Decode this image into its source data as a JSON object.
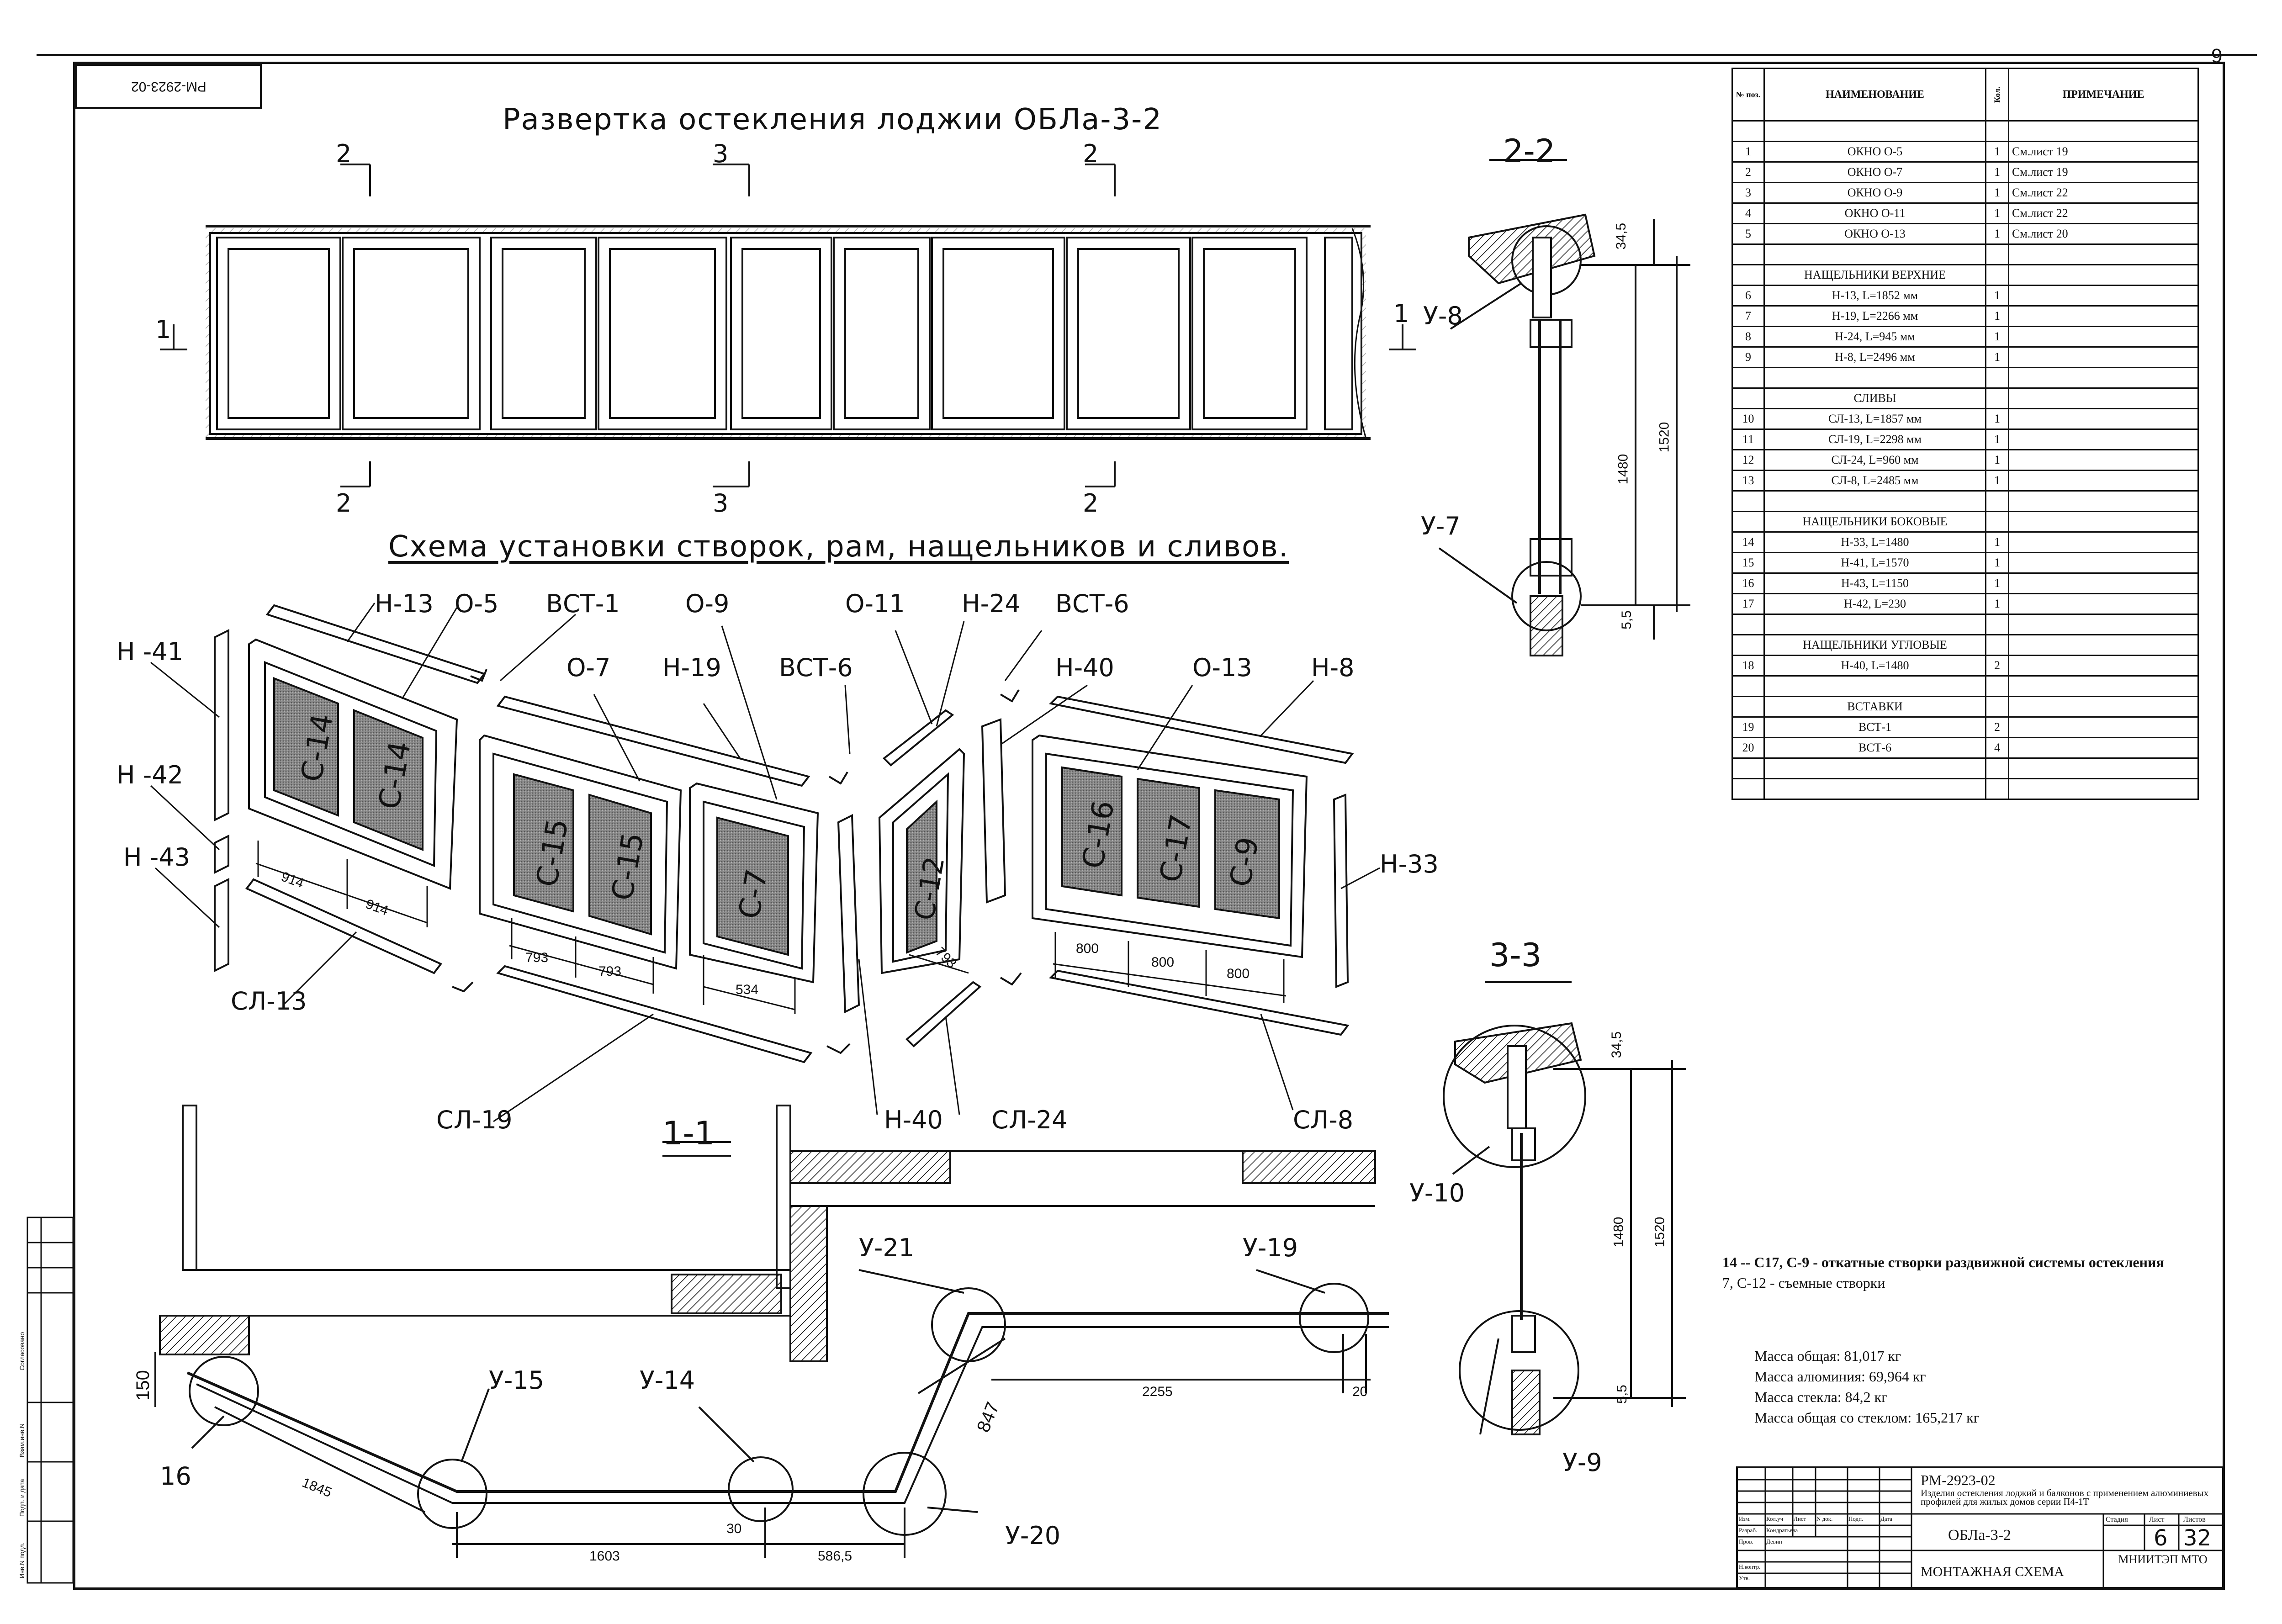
{
  "page_number": "9",
  "stamp_code": "РМ-2923-02",
  "titles": {
    "main": "Развертка остекления лоджии ОБЛа-3-2",
    "scheme": "Схема установки створок, рам, нащельников и сливов."
  },
  "section_marks": {
    "s2": "2",
    "s3": "3",
    "s1": "1",
    "view_22": "2-2",
    "view_33": "3-3",
    "view_11": "1-1"
  },
  "scheme_labels": {
    "h41": "Н -41",
    "h42": "Н -42",
    "h43": "Н -43",
    "h13": "Н-13",
    "o5": "О-5",
    "vst1": "ВСТ-1",
    "o7": "О-7",
    "h19": "Н-19",
    "o9": "О-9",
    "vst6a": "ВСТ-6",
    "o11": "О-11",
    "h24": "Н-24",
    "vst6b": "ВСТ-6",
    "h40a": "Н-40",
    "o13": "О-13",
    "h8": "Н-8",
    "h33": "Н-33",
    "sl13": "СЛ-13",
    "sl19": "СЛ-19",
    "h40b": "Н-40",
    "sl24": "СЛ-24",
    "sl8": "СЛ-8"
  },
  "sash_labels": {
    "c14a": "С-14",
    "c14b": "С-14",
    "c15a": "С-15",
    "c15b": "С-15",
    "c7": "С-7",
    "c12": "С-12",
    "c16": "С-16",
    "c17": "С-17",
    "c9": "С-9"
  },
  "scheme_dims": {
    "d914a": "914",
    "d914b": "914",
    "d793a": "793",
    "d793b": "793",
    "d534": "534",
    "d793c": "793",
    "d800a": "800",
    "d800b": "800",
    "d800c": "800"
  },
  "section_dims": {
    "d345a": "34,5",
    "d1480a": "1480",
    "d1520a": "1520",
    "d55a": "5,5",
    "d345b": "34,5",
    "d1480b": "1480",
    "d1520b": "1520",
    "d55b": "5,5"
  },
  "nodes": {
    "u8": "У-8",
    "u7": "У-7",
    "u10": "У-10",
    "u9": "У-9",
    "u21": "У-21",
    "u19": "У-19",
    "u15": "У-15",
    "u14": "У-14",
    "u20": "У-20"
  },
  "plan_dims": {
    "d150": "150",
    "n16": "16",
    "d1845": "1845",
    "d1603": "1603",
    "d30": "30",
    "d5865": "586,5",
    "d847": "847",
    "d2255": "2255",
    "d20": "20"
  },
  "spec_table": {
    "headers": {
      "pos": "№ поз.",
      "name": "НАИМЕНОВАНИЕ",
      "qty": "Кол.",
      "note": "ПРИМЕЧАНИЕ"
    },
    "rows": [
      {
        "pos": "",
        "name": "",
        "qty": "",
        "note": ""
      },
      {
        "pos": "1",
        "name": "ОКНО О-5",
        "qty": "1",
        "note": "См.лист 19"
      },
      {
        "pos": "2",
        "name": "ОКНО О-7",
        "qty": "1",
        "note": "См.лист 19"
      },
      {
        "pos": "3",
        "name": "ОКНО О-9",
        "qty": "1",
        "note": "См.лист 22"
      },
      {
        "pos": "4",
        "name": "ОКНО О-11",
        "qty": "1",
        "note": "См.лист 22"
      },
      {
        "pos": "5",
        "name": "ОКНО О-13",
        "qty": "1",
        "note": "См.лист 20"
      },
      {
        "pos": "",
        "name": "",
        "qty": "",
        "note": ""
      },
      {
        "pos": "",
        "name": "НАЩЕЛЬНИКИ ВЕРХНИЕ",
        "qty": "",
        "note": ""
      },
      {
        "pos": "6",
        "name": "Н-13, L=1852 мм",
        "qty": "1",
        "note": ""
      },
      {
        "pos": "7",
        "name": "Н-19, L=2266 мм",
        "qty": "1",
        "note": ""
      },
      {
        "pos": "8",
        "name": "Н-24, L=945 мм",
        "qty": "1",
        "note": ""
      },
      {
        "pos": "9",
        "name": "Н-8, L=2496 мм",
        "qty": "1",
        "note": ""
      },
      {
        "pos": "",
        "name": "",
        "qty": "",
        "note": ""
      },
      {
        "pos": "",
        "name": "СЛИВЫ",
        "qty": "",
        "note": ""
      },
      {
        "pos": "10",
        "name": "СЛ-13, L=1857 мм",
        "qty": "1",
        "note": ""
      },
      {
        "pos": "11",
        "name": "СЛ-19, L=2298 мм",
        "qty": "1",
        "note": ""
      },
      {
        "pos": "12",
        "name": "СЛ-24, L=960 мм",
        "qty": "1",
        "note": ""
      },
      {
        "pos": "13",
        "name": "СЛ-8, L=2485 мм",
        "qty": "1",
        "note": ""
      },
      {
        "pos": "",
        "name": "",
        "qty": "",
        "note": ""
      },
      {
        "pos": "",
        "name": "НАЩЕЛЬНИКИ БОКОВЫЕ",
        "qty": "",
        "note": ""
      },
      {
        "pos": "14",
        "name": "Н-33, L=1480",
        "qty": "1",
        "note": ""
      },
      {
        "pos": "15",
        "name": "Н-41, L=1570",
        "qty": "1",
        "note": ""
      },
      {
        "pos": "16",
        "name": "Н-43, L=1150",
        "qty": "1",
        "note": ""
      },
      {
        "pos": "17",
        "name": "Н-42, L=230",
        "qty": "1",
        "note": ""
      },
      {
        "pos": "",
        "name": "",
        "qty": "",
        "note": ""
      },
      {
        "pos": "",
        "name": "НАЩЕЛЬНИКИ УГЛОВЫЕ",
        "qty": "",
        "note": ""
      },
      {
        "pos": "18",
        "name": "Н-40, L=1480",
        "qty": "2",
        "note": ""
      },
      {
        "pos": "",
        "name": "",
        "qty": "",
        "note": ""
      },
      {
        "pos": "",
        "name": "ВСТАВКИ",
        "qty": "",
        "note": ""
      },
      {
        "pos": "19",
        "name": "ВСТ-1",
        "qty": "2",
        "note": ""
      },
      {
        "pos": "20",
        "name": "ВСТ-6",
        "qty": "4",
        "note": ""
      },
      {
        "pos": "",
        "name": "",
        "qty": "",
        "note": ""
      },
      {
        "pos": "",
        "name": "",
        "qty": "",
        "note": ""
      }
    ]
  },
  "notes": {
    "line1": "14 -- С17, С-9 - откатные створки раздвижной системы остекления",
    "line2": "7, С-12 -  съемные створки"
  },
  "mass": {
    "total": "Масса общая: 81,017 кг",
    "aluminium": "Масса алюминия: 69,964 кг",
    "glass": "Масса стекла: 84,2 кг",
    "total_glass": "Масса общая со стеклом: 165,217 кг"
  },
  "title_block": {
    "code": "РМ-2923-02",
    "desc": "Изделия остекления лоджий и балконов с применением алюминиевых профилей для жилых домов серии П4-1Т",
    "object": "ОБЛа-3-2",
    "stage_h": "Стадия",
    "sheet_h": "Лист",
    "sheets_h": "Листов",
    "sheet": "6",
    "sheets": "32",
    "org": "МНИИТЭП МТО",
    "doc": "МОНТАЖНАЯ СХЕМА",
    "col_izm": "Изм.",
    "col_kol": "Кол.уч",
    "col_list": "Лист",
    "col_ndok": "N док.",
    "col_podp": "Подп.",
    "col_data": "Дата",
    "r_razrab": "Разраб.",
    "n_razrab": "Кондратьева",
    "r_prov": "Пров.",
    "n_prov": "Девин",
    "r_nkontr": "Н.контр.",
    "r_utv": "Утв."
  },
  "side_stamp": {
    "a": "Согласовано",
    "b": "Взам.инв.N",
    "c": "Подп. и дата",
    "d": "Инв.N подл."
  }
}
